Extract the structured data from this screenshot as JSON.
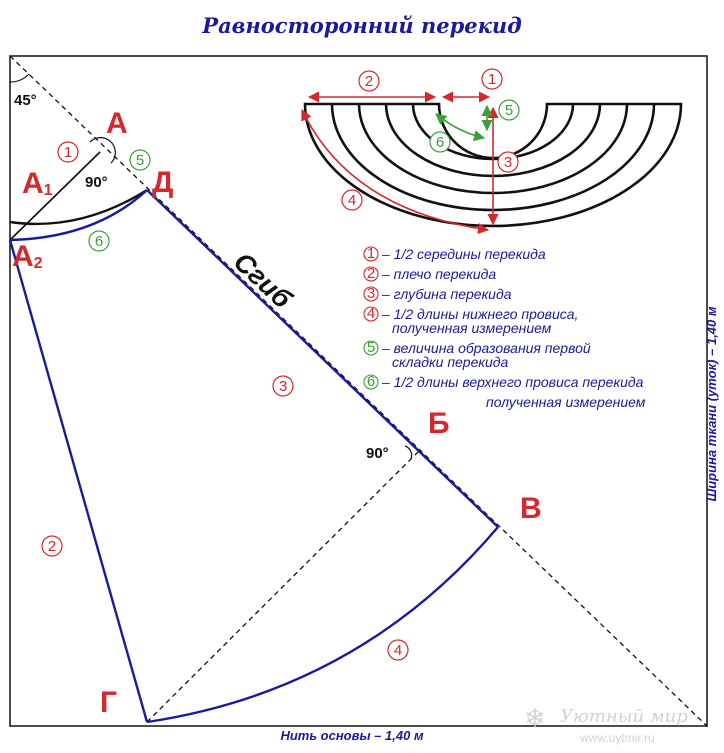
{
  "title": "Равносторонний перекид",
  "points": {
    "A": "А",
    "A1": "А",
    "A1_sub": "1",
    "A2": "А",
    "A2_sub": "2",
    "D": "Д",
    "B": "Б",
    "V": "В",
    "G": "Г"
  },
  "fold_label": "Сгиб",
  "angles": {
    "a45": "45°",
    "a90_top": "90°",
    "a90_mid": "90°"
  },
  "callouts": {
    "c1_top": "1",
    "c5_top": "5",
    "c6_main": "6",
    "c3_main": "3",
    "c2_main": "2",
    "c4_main": "4",
    "c2_small": "2",
    "c1_small": "1",
    "c5_small": "5",
    "c6_small": "6",
    "c3_small": "3",
    "c4_small": "4"
  },
  "legend": [
    {
      "num": "1",
      "text": "– 1/2 середины перекида",
      "color": "#d6282c"
    },
    {
      "num": "2",
      "text": "– плечо перекида",
      "color": "#d6282c"
    },
    {
      "num": "3",
      "text": "– глубина перекида",
      "color": "#d6282c"
    },
    {
      "num": "4",
      "text": "– 1/2 длины нижнего провиса,",
      "text2": "полученная измерением",
      "color": "#d6282c"
    },
    {
      "num": "5",
      "text": "– величина образования первой",
      "text2": "складки перекида",
      "color": "#3aa03a"
    },
    {
      "num": "6",
      "text": "– 1/2 длины верхнего провиса перекида",
      "text2": "полученная измерением",
      "color": "#3aa03a"
    }
  ],
  "axis_bottom": "Нить основы – 1,40 м",
  "axis_right": "Ширина ткани (уток) – 1,40 м",
  "watermark": {
    "name": "Уютный мир",
    "url": "www.uytmir.ru"
  },
  "colors": {
    "red": "#d6282c",
    "green": "#3aa03a",
    "blue": "#1a1a9c",
    "black": "#111111"
  }
}
